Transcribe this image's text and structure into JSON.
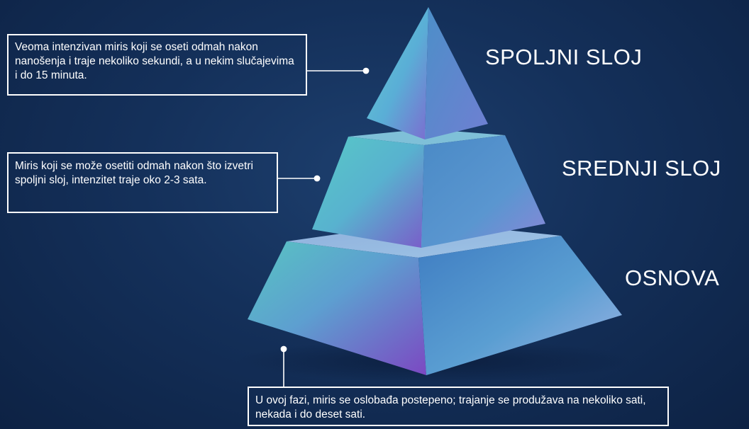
{
  "layers": [
    {
      "name": "SPOLJNI SLOJ",
      "description": "Veoma intenzivan miris koji se oseti odmah nakon nanošenja i traje nekoliko sekundi, a u nekim slučajevima i do 15 minuta."
    },
    {
      "name": "SREDNJI SLOJ",
      "description": "Miris koji se može osetiti odmah nakon što izvetri spoljni sloj, intenzitet traje oko 2-3 sata."
    },
    {
      "name": "OSNOVA",
      "description": "U ovoj fazi, miris se oslobađa postepeno; trajanje se produžava na nekoliko sati, nekada i do deset sati."
    }
  ],
  "colors": {
    "background_center": "#1d3f6e",
    "background_edge": "#0d2244",
    "pyramid_teal": "#52c6c8",
    "pyramid_purple": "#7a4cc4",
    "pyramid_blue": "#4a82c8",
    "text": "#ffffff",
    "connector": "#ffffff"
  }
}
